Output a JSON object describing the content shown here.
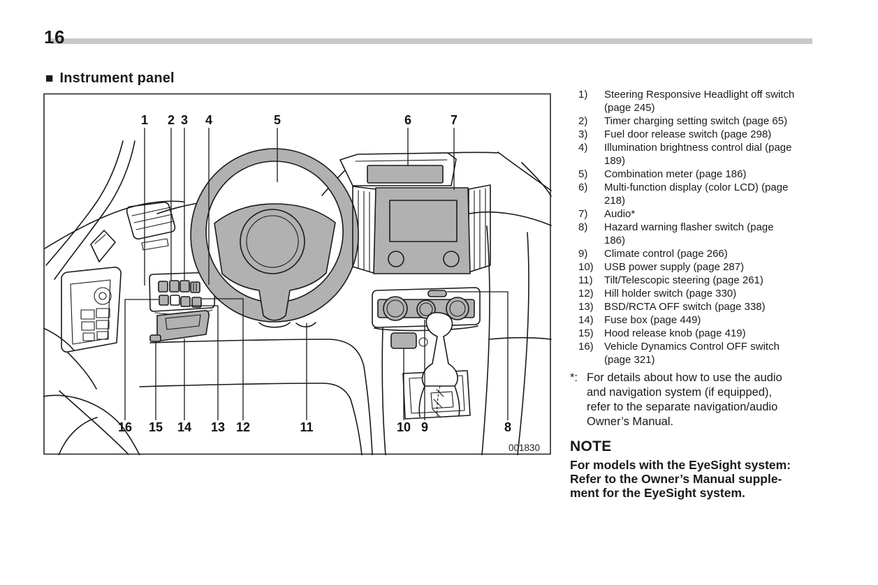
{
  "colors": {
    "line": "#1a1a1a",
    "diagram_gray": "#b1b1b1",
    "rule_gray": "#c9c9c9"
  },
  "page": {
    "number": "16"
  },
  "section": {
    "marker": "■",
    "title": "Instrument panel"
  },
  "figure": {
    "code": "001830",
    "callouts": [
      "1",
      "2",
      "3",
      "4",
      "5",
      "6",
      "7",
      "8",
      "9",
      "10",
      "11",
      "12",
      "13",
      "14",
      "15",
      "16"
    ]
  },
  "legend": {
    "items": [
      {
        "num": "1)",
        "text": "Steering Responsive Headlight off switch\n(page 245)"
      },
      {
        "num": "2)",
        "text": "Timer charging setting switch (page 65)"
      },
      {
        "num": "3)",
        "text": "Fuel door release switch (page 298)"
      },
      {
        "num": "4)",
        "text": "Illumination brightness control dial (page\n189)"
      },
      {
        "num": "5)",
        "text": "Combination meter (page 186)"
      },
      {
        "num": "6)",
        "text": "Multi-function display (color LCD) (page\n218)"
      },
      {
        "num": "7)",
        "text": "Audio*"
      },
      {
        "num": "8)",
        "text": "Hazard warning flasher switch (page\n186)"
      },
      {
        "num": "9)",
        "text": "Climate control (page 266)"
      },
      {
        "num": "10)",
        "text": "USB power supply (page 287)"
      },
      {
        "num": "11)",
        "text": "Tilt/Telescopic steering (page 261)"
      },
      {
        "num": "12)",
        "text": "Hill holder switch (page 330)"
      },
      {
        "num": "13)",
        "text": "BSD/RCTA OFF switch (page 338)"
      },
      {
        "num": "14)",
        "text": "Fuse box (page 449)"
      },
      {
        "num": "15)",
        "text": "Hood release knob (page 419)"
      },
      {
        "num": "16)",
        "text": "Vehicle Dynamics Control OFF switch\n(page 321)"
      }
    ]
  },
  "footnote": {
    "marker": "*:",
    "text": "For details about how to use the audio\nand navigation system (if equipped),\nrefer to the separate navigation/audio\nOwner’s Manual."
  },
  "note": {
    "title": "NOTE",
    "body": "For models with the EyeSight system:\nRefer to the Owner’s Manual supple-\nment for the EyeSight system."
  }
}
